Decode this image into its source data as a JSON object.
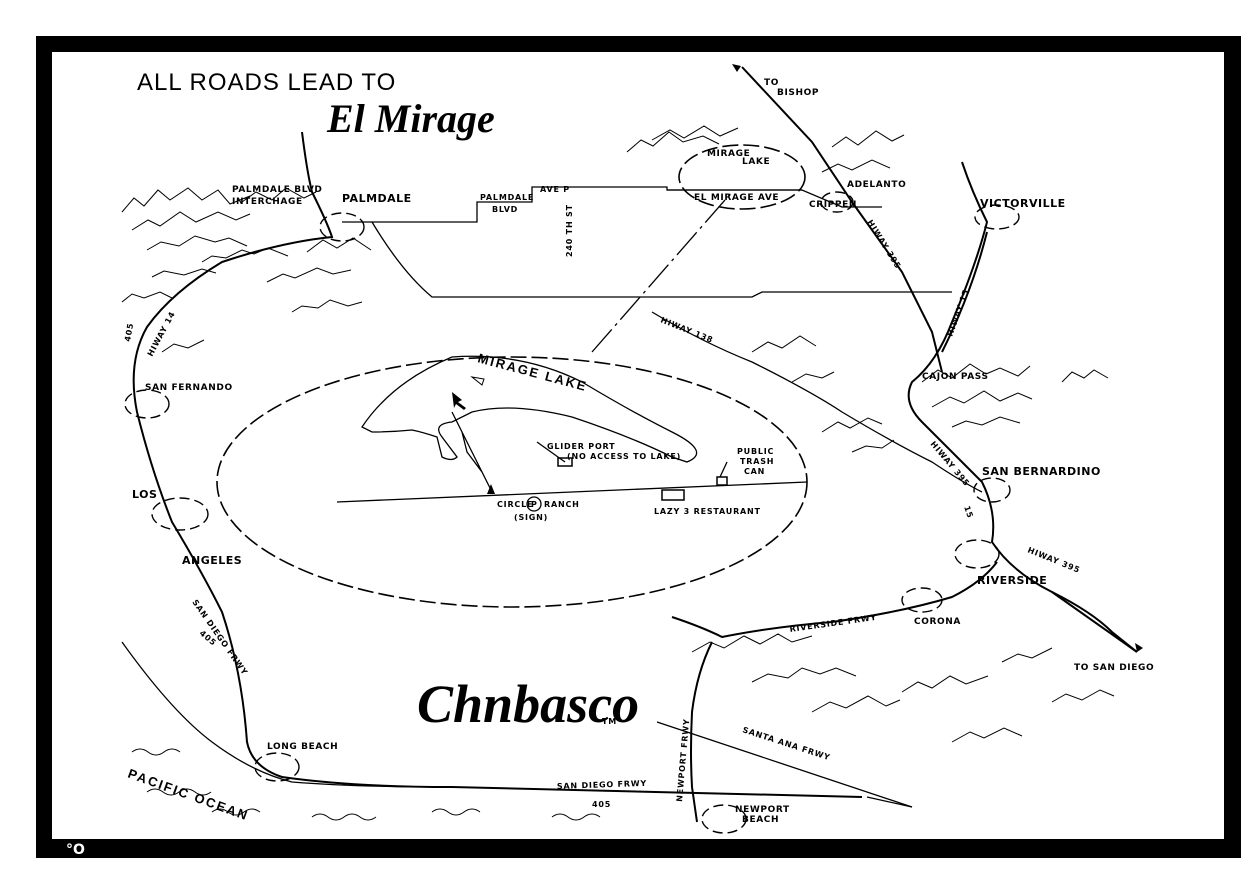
{
  "title": {
    "line1": "ALL ROADS LEAD TO",
    "line2": "El Mirage"
  },
  "brand": {
    "logo": "Chnbasco",
    "tm": "TM"
  },
  "places": {
    "palmdale": "PALMDALE",
    "palmdale_interchange_1": "PALMDALE BLVD",
    "palmdale_interchange_2": "INTERCHAGE",
    "victorville": "VICTORVILLE",
    "adelanto": "ADELANTO",
    "cajon_pass": "CAJON PASS",
    "san_bernardino": "SAN BERNARDINO",
    "riverside": "RIVERSIDE",
    "corona": "CORONA",
    "san_fernando": "SAN FERNANDO",
    "los": "LOS",
    "angeles": "ANGELES",
    "long_beach": "LONG BEACH",
    "newport_1": "NEWPORT",
    "newport_2": "BEACH",
    "pacific_ocean": "PACIFIC  OCEAN",
    "to_bishop_1": "TO",
    "to_bishop_2": "BISHOP",
    "to_san_diego": "TO SAN DIEGO",
    "mirage_lake_small_1": "MIRAGE",
    "mirage_lake_small_2": "LAKE",
    "el_mirage_ave": "EL MIRAGE AVE",
    "mirage_lake_big": "MIRAGE  LAKE",
    "cripper": "CRIPPEN"
  },
  "roads": {
    "palmdale_blvd_1": "PALMDALE",
    "palmdale_blvd_2": "BLVD",
    "ave_p": "AVE P",
    "st_240": "240 TH ST",
    "hiway_14": "HIWAY 14",
    "hwy_405_top": "405",
    "hiway_395_top": "HIWAY 395",
    "hiway_15": "HIWAY 15",
    "hiway_138": "HIWAY 138",
    "hiway_395_mid": "HIWAY 395",
    "i_15": "15",
    "hiway_395_low": "HIWAY 395",
    "riverside_frwy": "RIVERSIDE  FRWY",
    "san_diego_frwy_upper": "SAN DIEGO FRWY",
    "hwy_405_mid": "405",
    "san_diego_frwy_lower": "SAN DIEGO FRWY",
    "hwy_405_low": "405",
    "newport_frwy": "NEWPORT  FRWY",
    "santa_ana_frwy": "SANTA ANA FRWY"
  },
  "lake_features": {
    "glider_1": "GLIDER PORT",
    "glider_2": "(NO ACCESS TO LAKE)",
    "trash_1": "PUBLIC",
    "trash_2": "TRASH",
    "trash_3": "CAN",
    "circle_1": "CIRCLE",
    "circle_p": "P",
    "circle_2": "RANCH",
    "sign": "(SIGN)",
    "restaurant": "LAZY 3 RESTAURANT"
  },
  "footer_mark": "°O"
}
